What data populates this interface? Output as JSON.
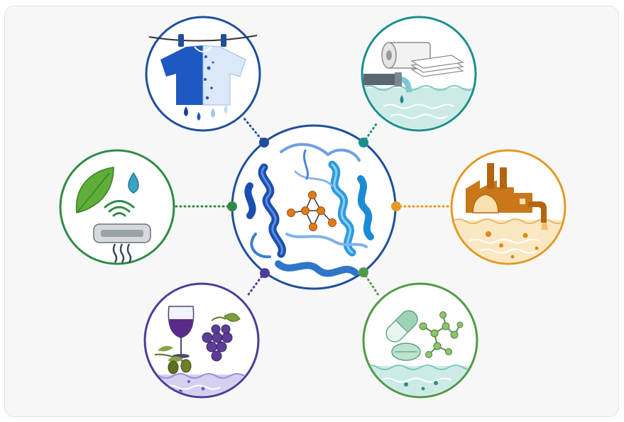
{
  "diagram": {
    "center": {
      "name": "protein-structure",
      "ring_color": "#1f4e9c",
      "active_site_color": "#e07b1a"
    },
    "nodes": [
      {
        "id": "textile",
        "icon": "t-shirt-dye-icon",
        "ring_color": "#1f4e9c",
        "connector_color": "#1f4e9c"
      },
      {
        "id": "paper",
        "icon": "paper-roll-effluent-icon",
        "ring_color": "#1a8f8a",
        "connector_color": "#1a8f8a"
      },
      {
        "id": "biosensor",
        "icon": "leaf-water-sensor-icon",
        "ring_color": "#2f8a46",
        "connector_color": "#2f8a46"
      },
      {
        "id": "industrial",
        "icon": "factory-effluent-icon",
        "ring_color": "#e29a23",
        "connector_color": "#e29a23"
      },
      {
        "id": "food",
        "icon": "wine-grape-olive-icon",
        "ring_color": "#4b3d97",
        "connector_color": "#4b3d97"
      },
      {
        "id": "pharmaceutical",
        "icon": "pill-molecule-icon",
        "ring_color": "#4f9a46",
        "connector_color": "#4f9a46"
      }
    ]
  }
}
